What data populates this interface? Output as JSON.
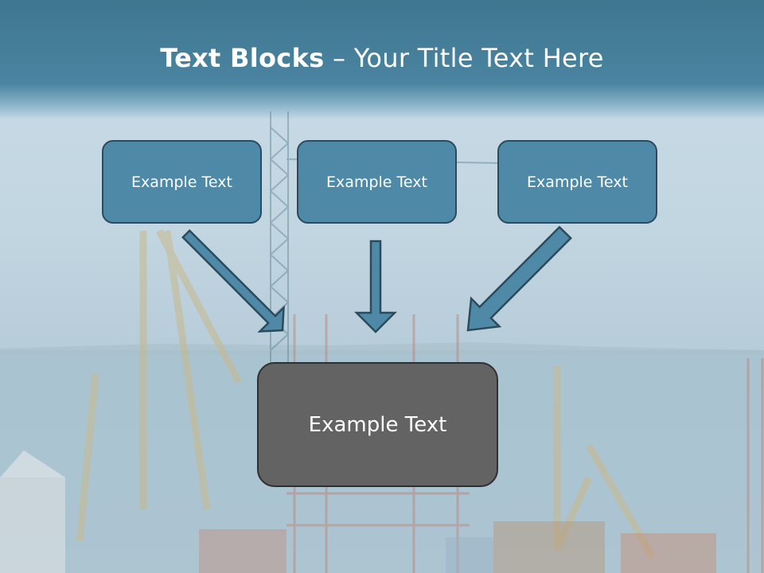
{
  "title": {
    "bold": "Text Blocks",
    "separator": " – ",
    "rest": "Your Title Text Here"
  },
  "boxes": [
    "Example Text",
    "Example Text",
    "Example Text"
  ],
  "center_box": "Example Text",
  "colors": {
    "header": "#4a84a0",
    "box_fill": "#4e8aa7",
    "box_border": "#2c4a5c",
    "center_fill": "#636363"
  }
}
